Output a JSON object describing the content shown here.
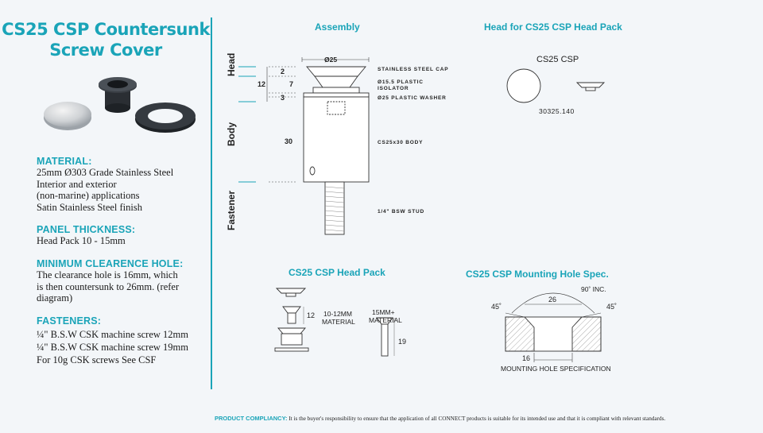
{
  "title": {
    "line1": "CS25 CSP Countersunk",
    "line2": "Screw Cover"
  },
  "sections": {
    "material": {
      "heading": "MATERIAL:",
      "lines": [
        "25mm Ø303 Grade Stainless Steel",
        "Interior and exterior",
        "(non-marine) applications",
        "Satin Stainless Steel finish"
      ]
    },
    "panel": {
      "heading": "PANEL THICKNESS:",
      "lines": [
        "Head Pack 10 - 15mm"
      ]
    },
    "clearance": {
      "heading": "MINIMUM CLEARENCE HOLE:",
      "lines": [
        "The clearance hole is 16mm, which",
        "is then countersunk to 26mm. (refer",
        "diagram)"
      ]
    },
    "fasteners": {
      "heading": "FASTENERS:",
      "lines": [
        "¼\" B.S.W CSK machine screw 12mm",
        "¼\" B.S.W CSK machine screw 19mm",
        "For 10g CSK screws See CSF"
      ]
    }
  },
  "assembly": {
    "heading": "Assembly",
    "zones": {
      "head": "Head",
      "body": "Body",
      "fastener": "Fastener"
    },
    "dims": {
      "diameter": "Ø25",
      "d2": "2",
      "d7": "7",
      "d3": "3",
      "d12": "12",
      "d30": "30"
    },
    "callouts": {
      "cap": "STAINLESS STEEL CAP",
      "isolator1": "Ø15.5 PLASTIC",
      "isolator2": "ISOLATOR",
      "washer": "Ø25 PLASTIC WASHER",
      "body": "CS25x30 BODY",
      "stud": "1/4\" BSW STUD"
    }
  },
  "headfor": {
    "heading": "Head for CS25 CSP Head Pack",
    "label": "CS25 CSP",
    "code": "30325.140"
  },
  "headpack": {
    "heading": "CS25 CSP Head Pack",
    "d12": "12",
    "mat1a": "10-12MM",
    "mat1b": "MATERIAL",
    "mat2a": "15MM+",
    "mat2b": "MATERIAL",
    "d19": "19"
  },
  "mounting": {
    "heading": "CS25 CSP Mounting Hole Spec.",
    "inc": "90˚ INC.",
    "d26": "26",
    "a1": "45˚",
    "a2": "45˚",
    "d16": "16",
    "caption": "MOUNTING HOLE SPECIFICATION"
  },
  "footer": {
    "label": "PRODUCT COMPLIANCY:",
    "text": " It is the buyer's responsibility to ensure that the application of all CONNECT products is suitable for its intended use and that it is compliant with relevant standards."
  },
  "colors": {
    "accent": "#1aa4b8",
    "background": "#f3f6f9"
  }
}
